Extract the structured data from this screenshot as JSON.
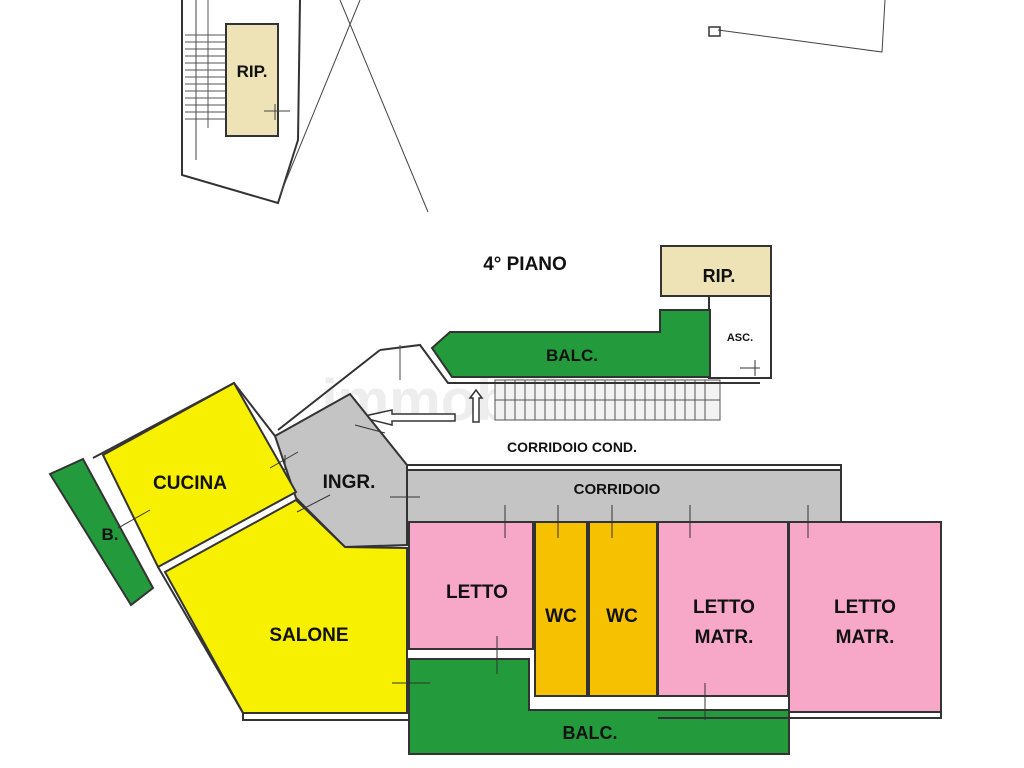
{
  "floor_title": "4° PIANO",
  "watermark": "immobiliare.it",
  "colors": {
    "green": "#239a3b",
    "yellow": "#f7f000",
    "pink": "#f7a8c8",
    "orange": "#f6c200",
    "gray": "#c4c4c4",
    "beige": "#ede3b7",
    "wall": "#333333"
  },
  "rooms": {
    "rip_top": "RIP.",
    "rip": "RIP.",
    "asc": "ASC.",
    "balc_top": "BALC.",
    "corridoio_cond": "CORRIDOIO COND.",
    "corridoio": "CORRIDOIO",
    "cucina": "CUCINA",
    "ingr": "INGR.",
    "bagno": "B.",
    "salone": "SALONE",
    "letto": "LETTO",
    "wc_1": "WC",
    "wc_2": "WC",
    "letto_matr_1": "LETTO",
    "letto_matr_1_b": "MATR.",
    "letto_matr_2": "LETTO",
    "letto_matr_2_b": "MATR.",
    "balc_bottom": "BALC."
  }
}
